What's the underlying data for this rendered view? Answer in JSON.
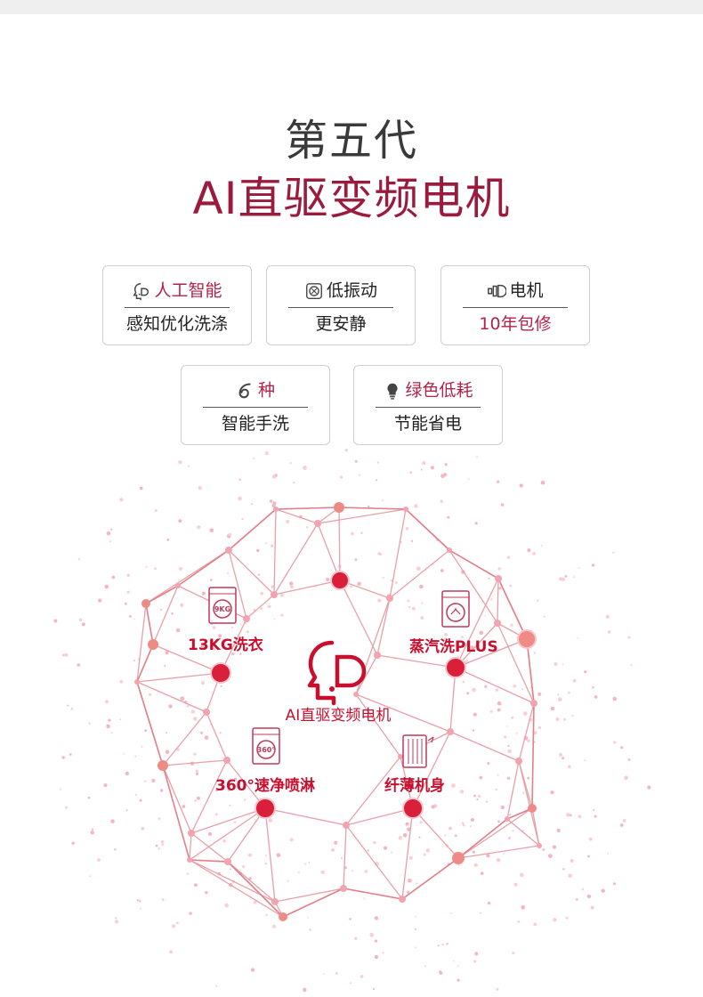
{
  "header": {
    "title_line1": "第五代",
    "title_line2": "AI直驱变频电机"
  },
  "cards": [
    {
      "icon": "ai-head-icon",
      "top": "人工智能",
      "bottom": "感知优化洗涤",
      "top_red": true,
      "bottom_red": false
    },
    {
      "icon": "vibration-icon",
      "top": "低振动",
      "bottom": "更安静",
      "top_red": false,
      "bottom_red": false
    },
    {
      "icon": "motor-icon",
      "top": "电机",
      "bottom": "10年包修",
      "top_red": false,
      "bottom_red": true
    },
    {
      "icon": "six-icon",
      "top": "种",
      "bottom": "智能手洗",
      "top_red": true,
      "bottom_red": false
    },
    {
      "icon": "bulb-icon",
      "top": "绿色低耗",
      "bottom": "节能省电",
      "top_red": true,
      "bottom_red": false
    }
  ],
  "sphere": {
    "center_label": "AI直驱变频电机",
    "features": [
      {
        "label": "13KG洗衣",
        "badge": "9KG",
        "icon": "washer-icon"
      },
      {
        "label": "蒸汽洗PLUS",
        "icon": "steam-washer-icon"
      },
      {
        "label": "360°速净喷淋",
        "badge": "360°",
        "icon": "spray-washer-icon"
      },
      {
        "label": "纤薄机身",
        "icon": "slim-body-icon"
      }
    ]
  },
  "colors": {
    "brand_red": "#c8102e",
    "title_red": "#9b1b3d",
    "line_pink": "#e8a0a8"
  }
}
